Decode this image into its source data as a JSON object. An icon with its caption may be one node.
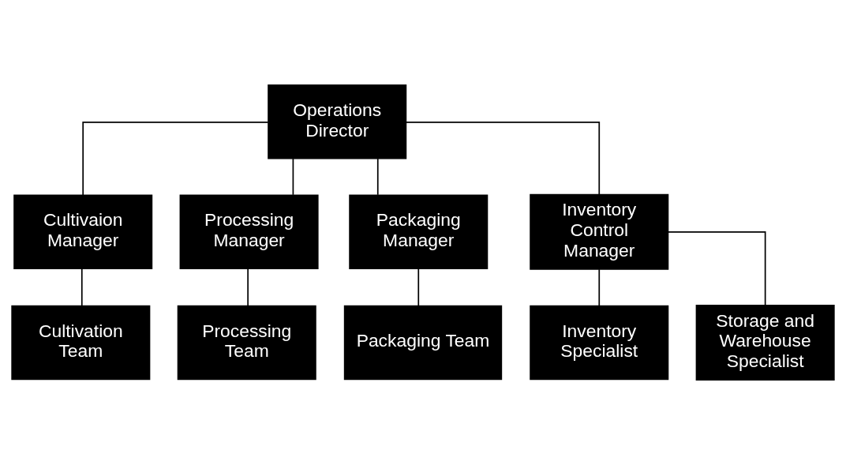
{
  "diagram": {
    "nodes": [
      {
        "text": [
          "Operations Director"
        ]
      },
      {
        "text": [
          "Cultivaion Manager"
        ]
      },
      {
        "text": [
          "Processing Manager"
        ]
      },
      {
        "text": [
          "Packaging Manager"
        ]
      },
      {
        "text": [
          "Inventory Control Manager"
        ]
      },
      {
        "text": [
          "Cultivation Team"
        ]
      },
      {
        "text": [
          "Processing Team"
        ]
      },
      {
        "text": [
          "Packaging Team"
        ]
      },
      {
        "text": [
          "Inventory Specialist"
        ]
      },
      {
        "text": [
          "Storage and Warehouse Specialist"
        ]
      }
    ],
    "edges": [
      {
        "from": 0,
        "to": 1,
        "arrow": "none"
      },
      {
        "from": 0,
        "to": 2,
        "arrow": "none"
      },
      {
        "from": 0,
        "to": 3,
        "arrow": "none"
      },
      {
        "from": 0,
        "to": 4,
        "arrow": "none"
      },
      {
        "from": 1,
        "to": 5,
        "arrow": "none"
      },
      {
        "from": 2,
        "to": 6,
        "arrow": "none"
      },
      {
        "from": 3,
        "to": 7,
        "arrow": "none"
      },
      {
        "from": 4,
        "to": 8,
        "arrow": "none"
      },
      {
        "from": 4,
        "to": 9,
        "arrow": "none"
      }
    ]
  }
}
